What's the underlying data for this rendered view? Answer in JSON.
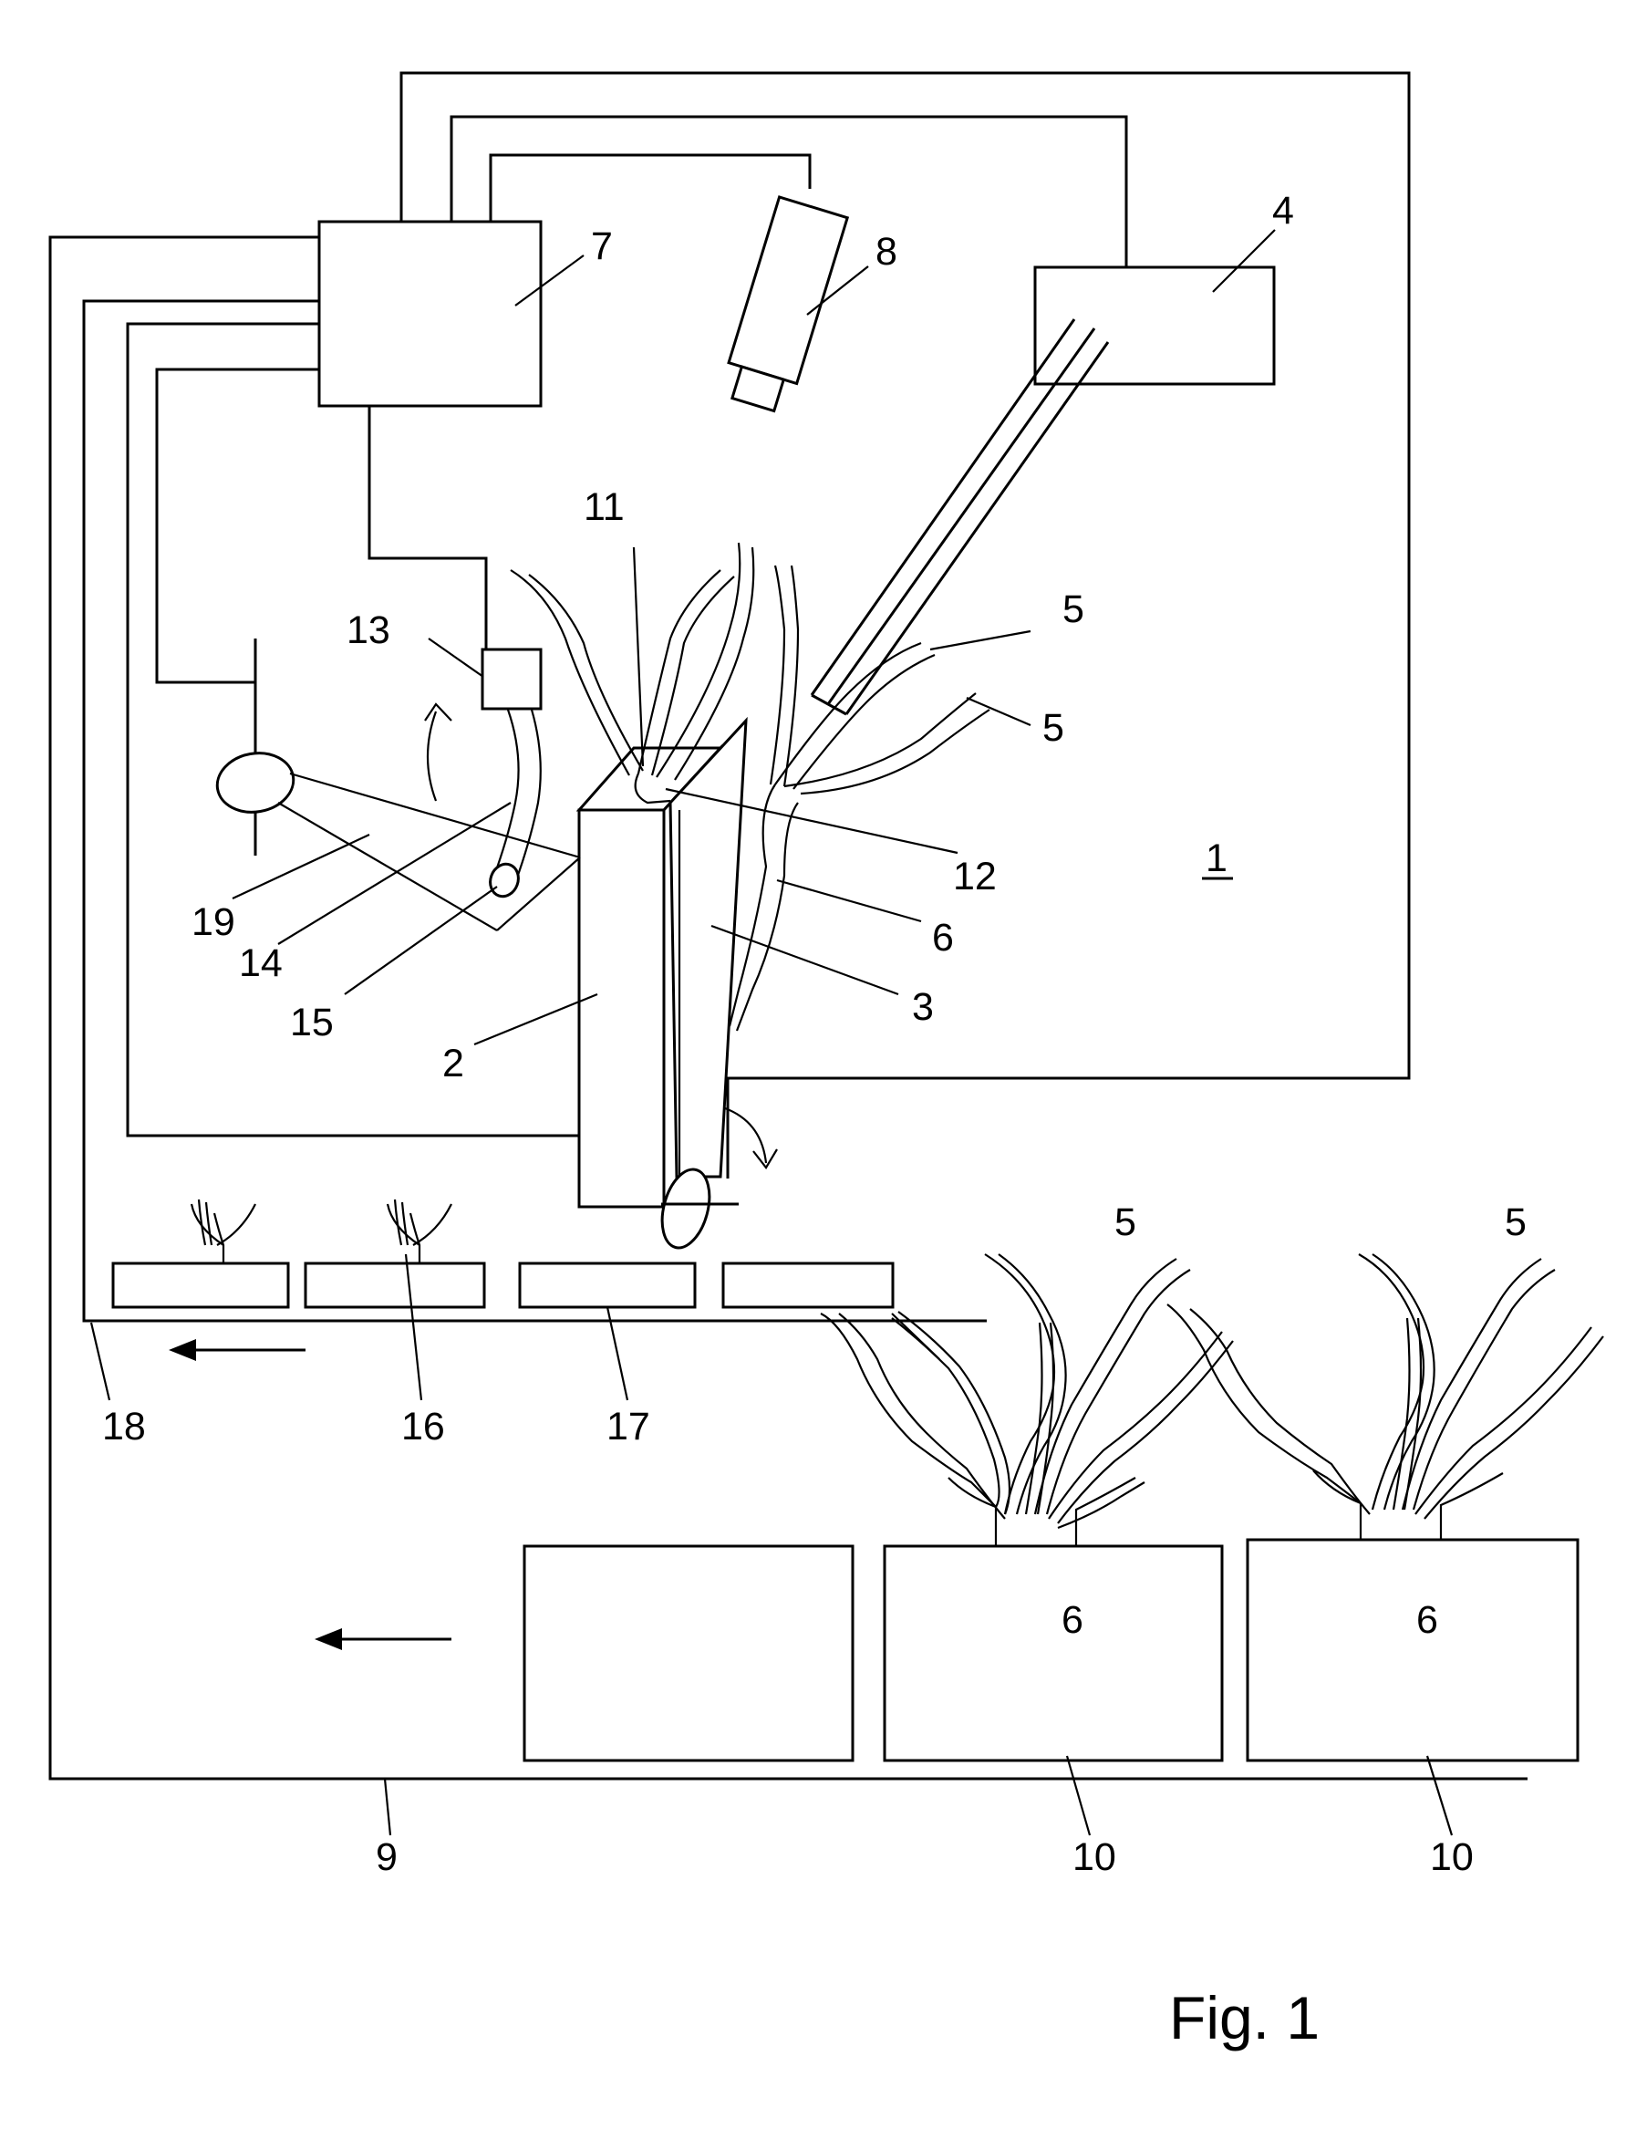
{
  "figure": {
    "caption": "Fig. 1",
    "labels": {
      "l1": "1",
      "l2": "2",
      "l3": "3",
      "l4": "4",
      "l5a": "5",
      "l5b": "5",
      "l5c": "5",
      "l5d": "5",
      "l6a": "6",
      "l6b": "6",
      "l6c": "6",
      "l7": "7",
      "l8": "8",
      "l9": "9",
      "l10a": "10",
      "l10b": "10",
      "l11": "11",
      "l12": "12",
      "l13": "13",
      "l14": "14",
      "l15": "15",
      "l16": "16",
      "l17": "17",
      "l18": "18",
      "l19": "19"
    }
  }
}
